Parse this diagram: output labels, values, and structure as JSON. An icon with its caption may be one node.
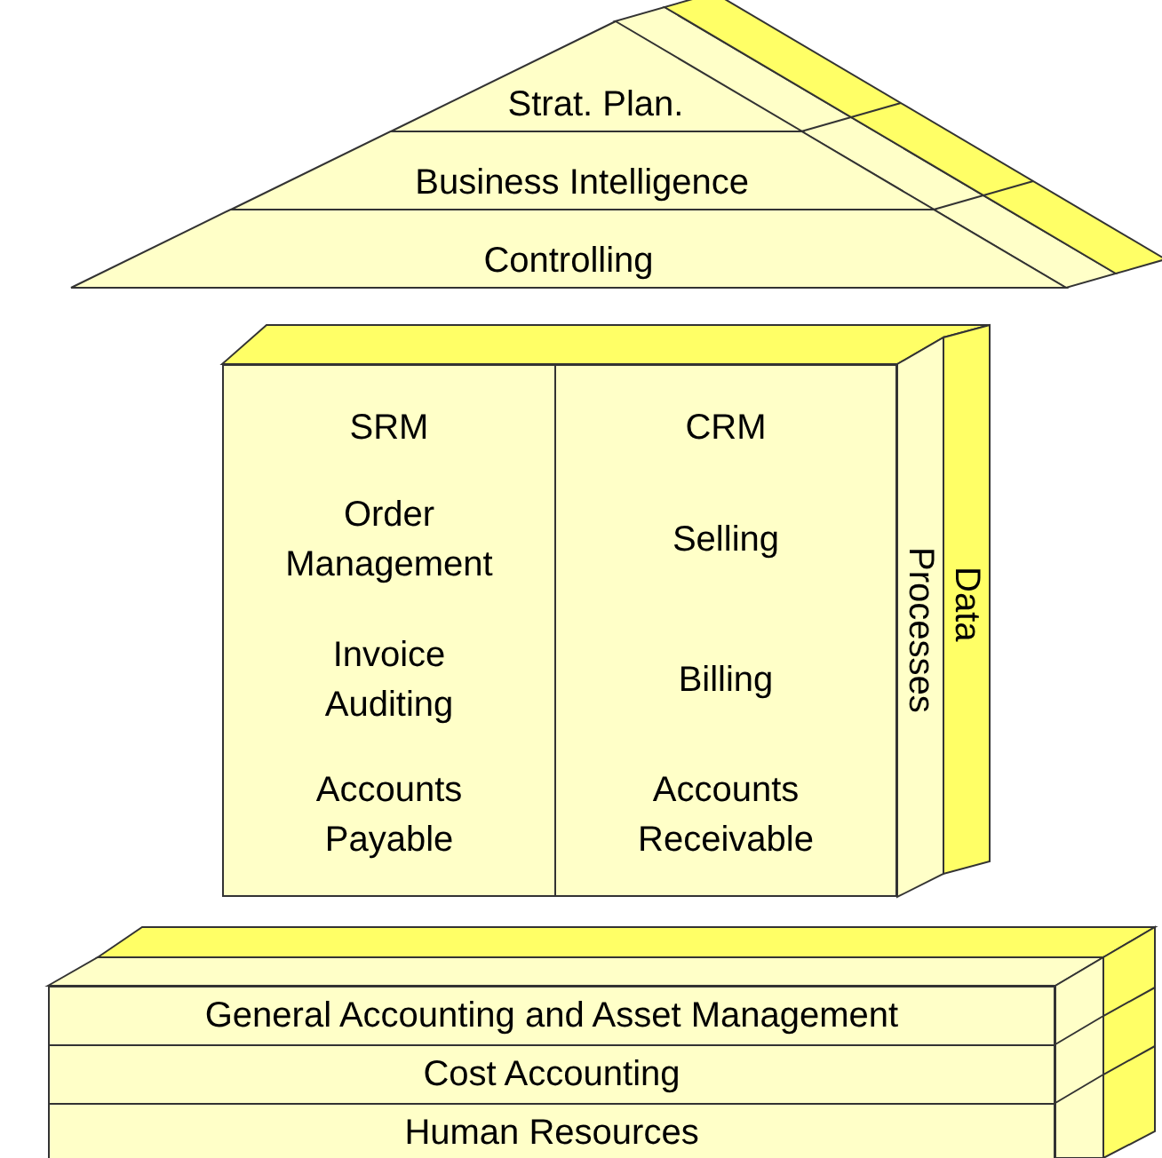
{
  "diagram": {
    "nodes": [
      {
        "text": [
          "Strat. Plan."
        ]
      },
      {
        "text": [
          "Business Intelligence"
        ]
      },
      {
        "text": [
          "Controlling"
        ]
      },
      {
        "text": [
          "SRM",
          "Order Management",
          "Invoice Auditing",
          "Accounts Payable"
        ]
      },
      {
        "text": [
          "CRM",
          "Selling",
          "Billing",
          "Accounts Receivable"
        ]
      },
      {
        "text": [
          "Processes"
        ]
      },
      {
        "text": [
          "Data"
        ]
      },
      {
        "text": [
          "General Accounting and Asset Management"
        ]
      },
      {
        "text": [
          "Cost Accounting"
        ]
      },
      {
        "text": [
          "Human Resources"
        ]
      }
    ]
  }
}
